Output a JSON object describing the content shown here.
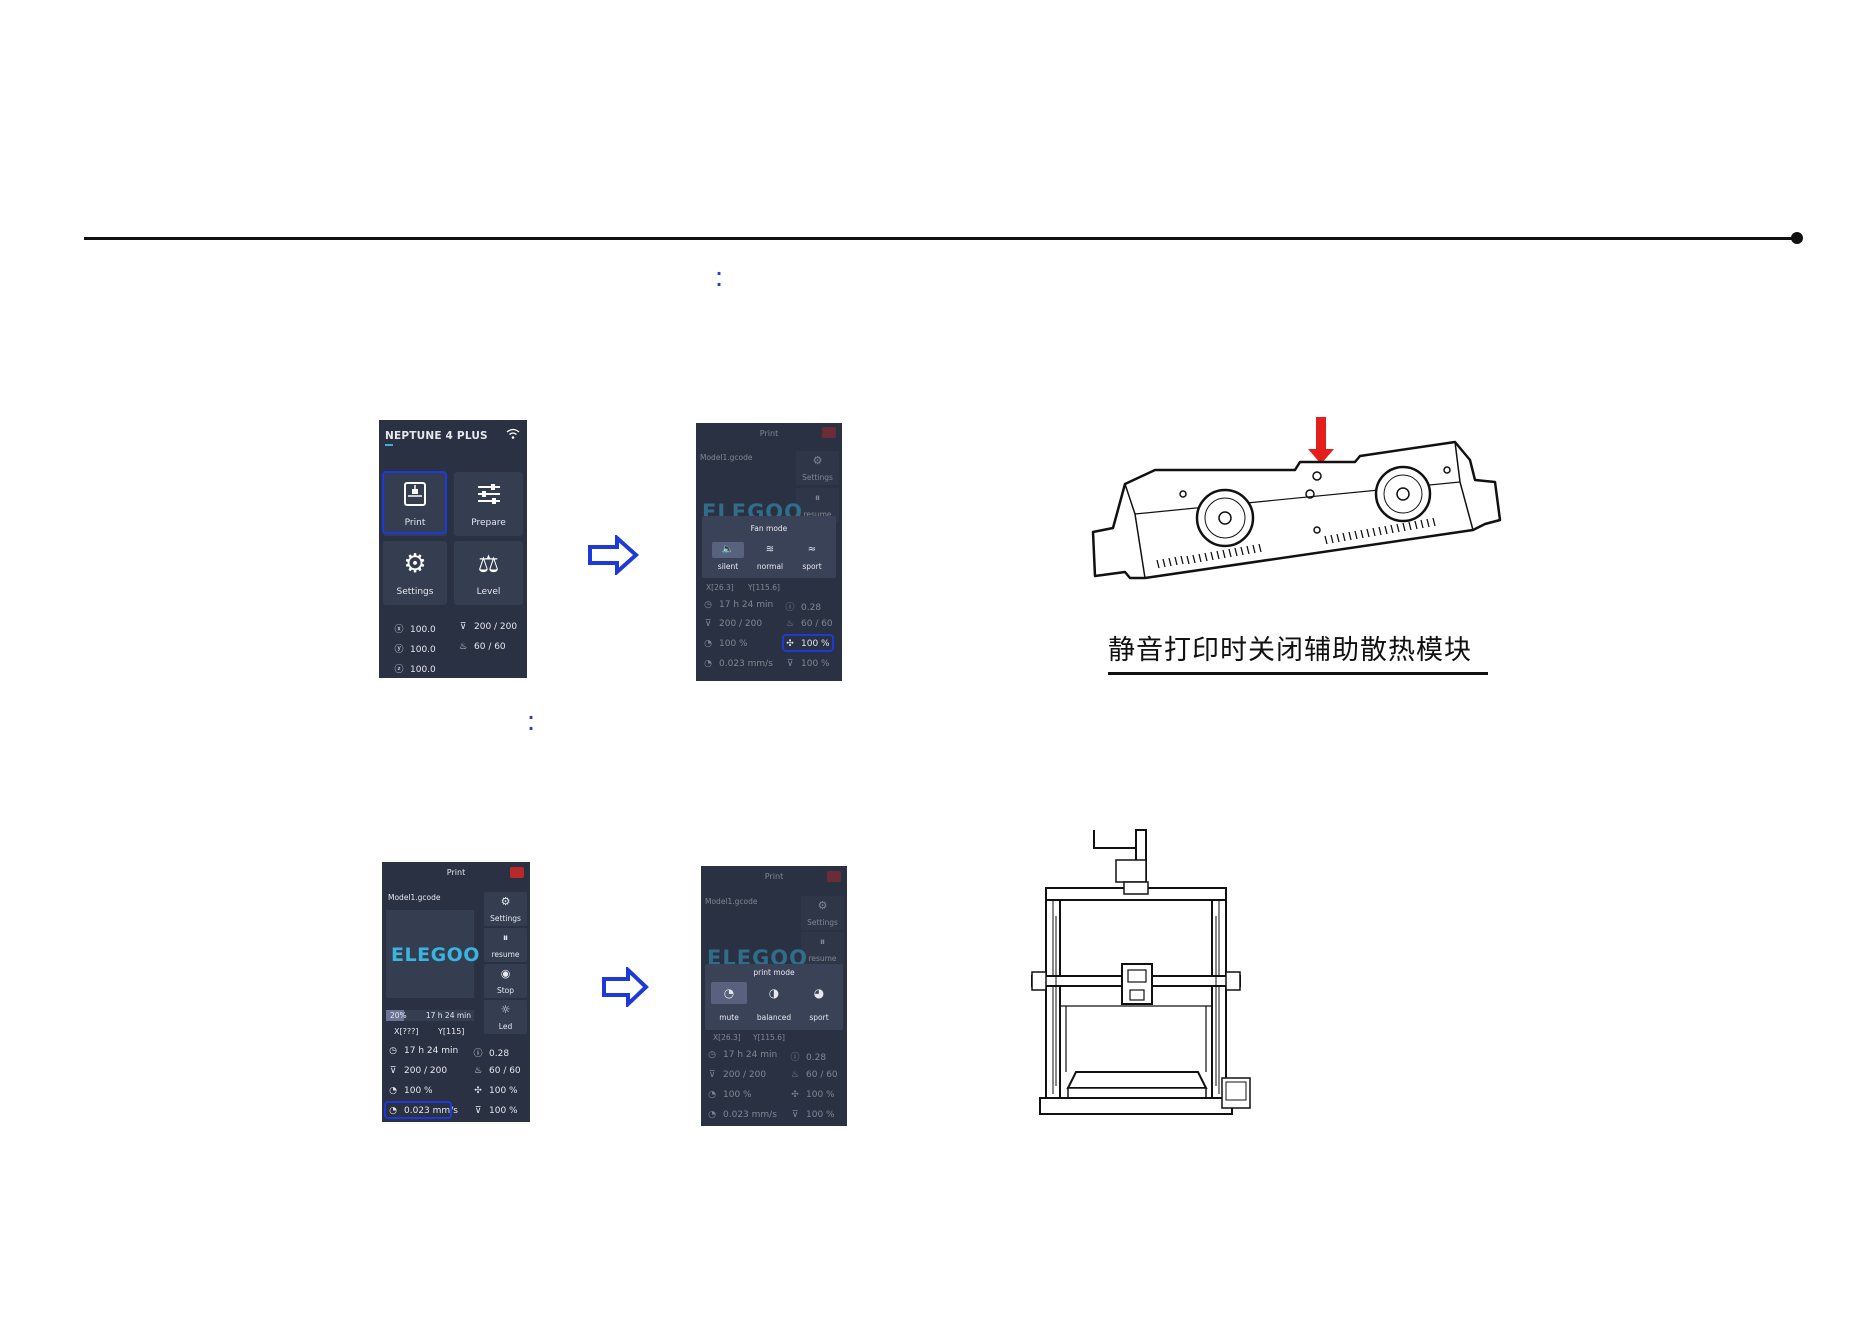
{
  "screen_home": {
    "title": "NEPTUNE 4 PLUS",
    "wifi_icon": "wifi-icon",
    "tiles": [
      {
        "label": "Print",
        "icon": "print-icon"
      },
      {
        "label": "Prepare",
        "icon": "sliders-icon"
      },
      {
        "label": "Settings",
        "icon": "gear-icon"
      },
      {
        "label": "Level",
        "icon": "scale-icon"
      }
    ],
    "stats": {
      "x": "100.0",
      "y": "100.0",
      "z": "100.0",
      "nozzle": "200 / 200",
      "bed": "60 / 60"
    },
    "highlight_color": "#1d39d9"
  },
  "screen_fan": {
    "title": "Print",
    "file": "Model1.gcode",
    "side_buttons": [
      "Settings",
      "resume"
    ],
    "logo": "ELEGOO",
    "modal_title": "Fan mode",
    "modes": [
      "silent",
      "normal",
      "sport"
    ],
    "xy": [
      "X[26.3]",
      "Y[115.6]"
    ],
    "stats": {
      "time": "17 h 24 min",
      "layer": "0.28",
      "nozzle": "200 / 200",
      "bed": "60 / 60",
      "speed": "100 %",
      "fan": "100 %",
      "flow": "0.023 mm/s",
      "extrude": "100 %"
    }
  },
  "screen_print": {
    "title": "Print",
    "file": "Model1.gcode",
    "side_buttons": [
      "Settings",
      "resume",
      "Stop",
      "Led"
    ],
    "logo": "ELEGOO",
    "progress": "20%",
    "progress_value": 0.2,
    "remaining": "17 h 24 min",
    "xy": [
      "X[???]",
      "Y[115]"
    ],
    "stats": {
      "time": "17 h 24 min",
      "layer": "0.28",
      "nozzle": "200 / 200",
      "bed": "60 / 60",
      "speed": "100 %",
      "fan": "100 %",
      "flow": "0.023 mm/s",
      "extrude": "100 %"
    }
  },
  "screen_mode": {
    "title": "Print",
    "file": "Model1.gcode",
    "side_buttons": [
      "Settings",
      "resume"
    ],
    "logo": "ELEGOO",
    "modal_title": "print mode",
    "modes": [
      "mute",
      "balanced",
      "sport"
    ],
    "xy": [
      "X[26.3]",
      "Y[115.6]"
    ],
    "stats": {
      "time": "17 h 24 min",
      "layer": "0.28",
      "nozzle": "200 / 200",
      "bed": "60 / 60",
      "speed": "100 %",
      "fan": "100 %",
      "flow": "0.023 mm/s",
      "extrude": "100 %"
    }
  },
  "caption": "静音打印时关闭辅助散热模块",
  "colors": {
    "screen_bg": "#2a3142",
    "arrow": "#1d39d9",
    "red_arrow": "#e3201b"
  }
}
